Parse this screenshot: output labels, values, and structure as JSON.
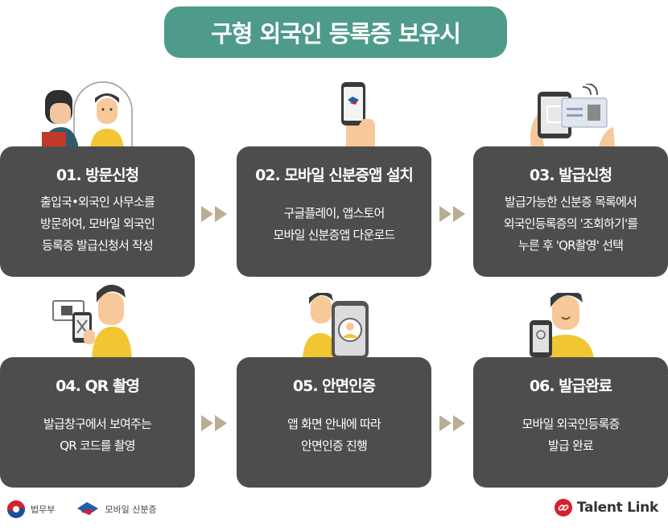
{
  "title": "구형  외국인 등록증 보유시",
  "steps": [
    {
      "title": "01. 방문신청",
      "lines": [
        "출입국•외국인 사무소를",
        "방문하여, 모바일 외국인",
        "등록증  발급신청서 작성"
      ]
    },
    {
      "title": "02. 모바일 신분증앱 설치",
      "lines": [
        "구글플레이, 앱스토어",
        "모바일 신분증앱 다운로드"
      ]
    },
    {
      "title": "03. 발급신청",
      "lines": [
        "발급가능한 신분증 목록에서",
        "외국인등록증의 '조회하기'를",
        "누른 후 'QR촬영' 선택"
      ]
    },
    {
      "title": "04. QR 촬영",
      "lines": [
        "발급창구에서 보여주는",
        "QR  코드를 촬영"
      ]
    },
    {
      "title": "05. 안면인증",
      "lines": [
        "앱 화면 안내에 따라",
        "안면인증 진행"
      ]
    },
    {
      "title": "06. 발급완료",
      "lines": [
        "모바일 외국인등록증",
        "발급 완료"
      ]
    }
  ],
  "footer": {
    "ministry": "법무부",
    "mobile_id": "모바일 신분증",
    "brand": "Talent Link"
  },
  "colors": {
    "title_bg": "#4f9b8b",
    "card_bg": "#4d4d4d",
    "arrow": "#b9ad95",
    "brand_red": "#d6202f"
  }
}
